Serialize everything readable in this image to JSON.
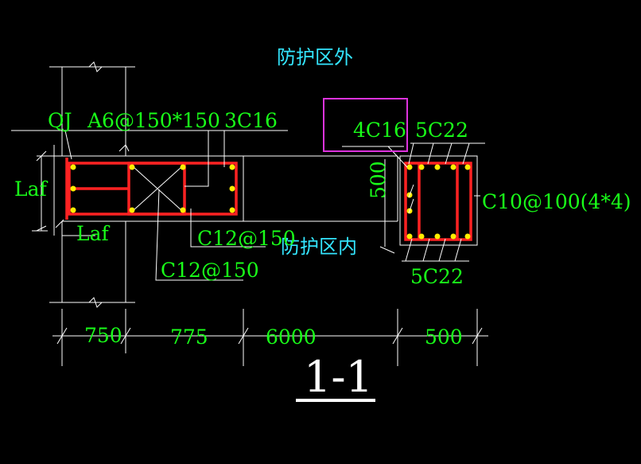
{
  "title": "1-1",
  "zones": {
    "outside": "防护区外",
    "inside": "防护区内"
  },
  "labels": {
    "qj": "QJ",
    "a6": "A6@150*150",
    "c16_3": "3C16",
    "c16_4": "4C16",
    "c22_top": "5C22",
    "c22_bot": "5C22",
    "laf_v": "Laf",
    "laf_h": "Laf",
    "c12_a": "C12@150",
    "c12_b": "C12@150",
    "stirrup": "C10@100(4*4)",
    "dim500_v": "500"
  },
  "dimensions": [
    "750",
    "775",
    "6000",
    "500"
  ],
  "colors": {
    "background": "#000000",
    "lines": "#ffffff",
    "rebar": "#ff2222",
    "bars": "#ffee00",
    "text": "#19ff19",
    "zone_text": "#33e5ff",
    "highlight": "#dd33dd"
  }
}
